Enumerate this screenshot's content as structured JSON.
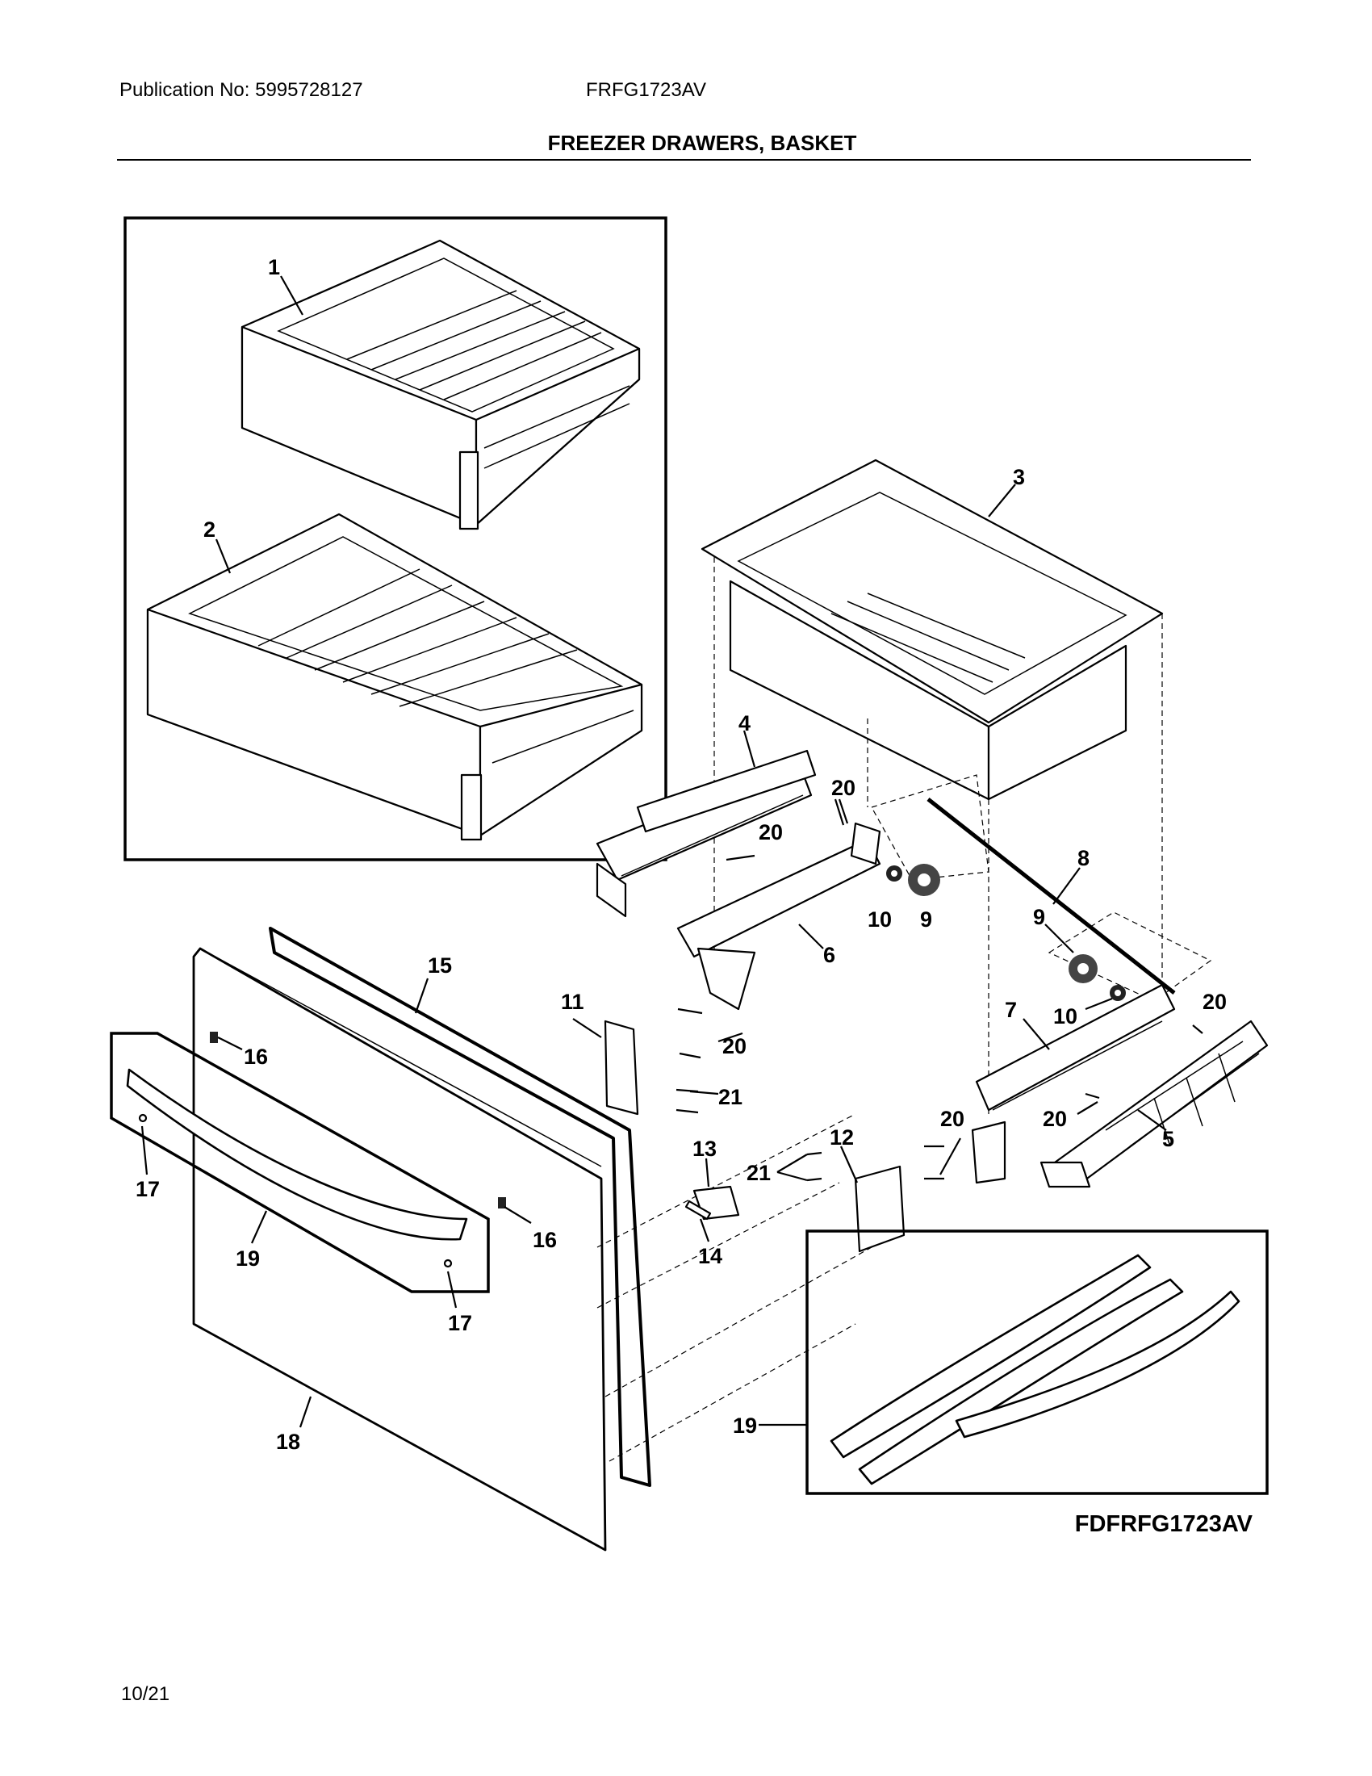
{
  "header": {
    "publication": "Publication No: 5995728127",
    "model": "FRFG1723AV",
    "title": "FREEZER DRAWERS, BASKET"
  },
  "figure_code": "FDFRFG1723AV",
  "page_number": "10/21",
  "labels": [
    "1",
    "2",
    "3",
    "4",
    "20",
    "20",
    "8",
    "10",
    "9",
    "9",
    "10",
    "20",
    "6",
    "15",
    "11",
    "20",
    "7",
    "16",
    "21",
    "20",
    "13",
    "12",
    "20",
    "5",
    "21",
    "17",
    "16",
    "19",
    "14",
    "17",
    "18",
    "19"
  ]
}
